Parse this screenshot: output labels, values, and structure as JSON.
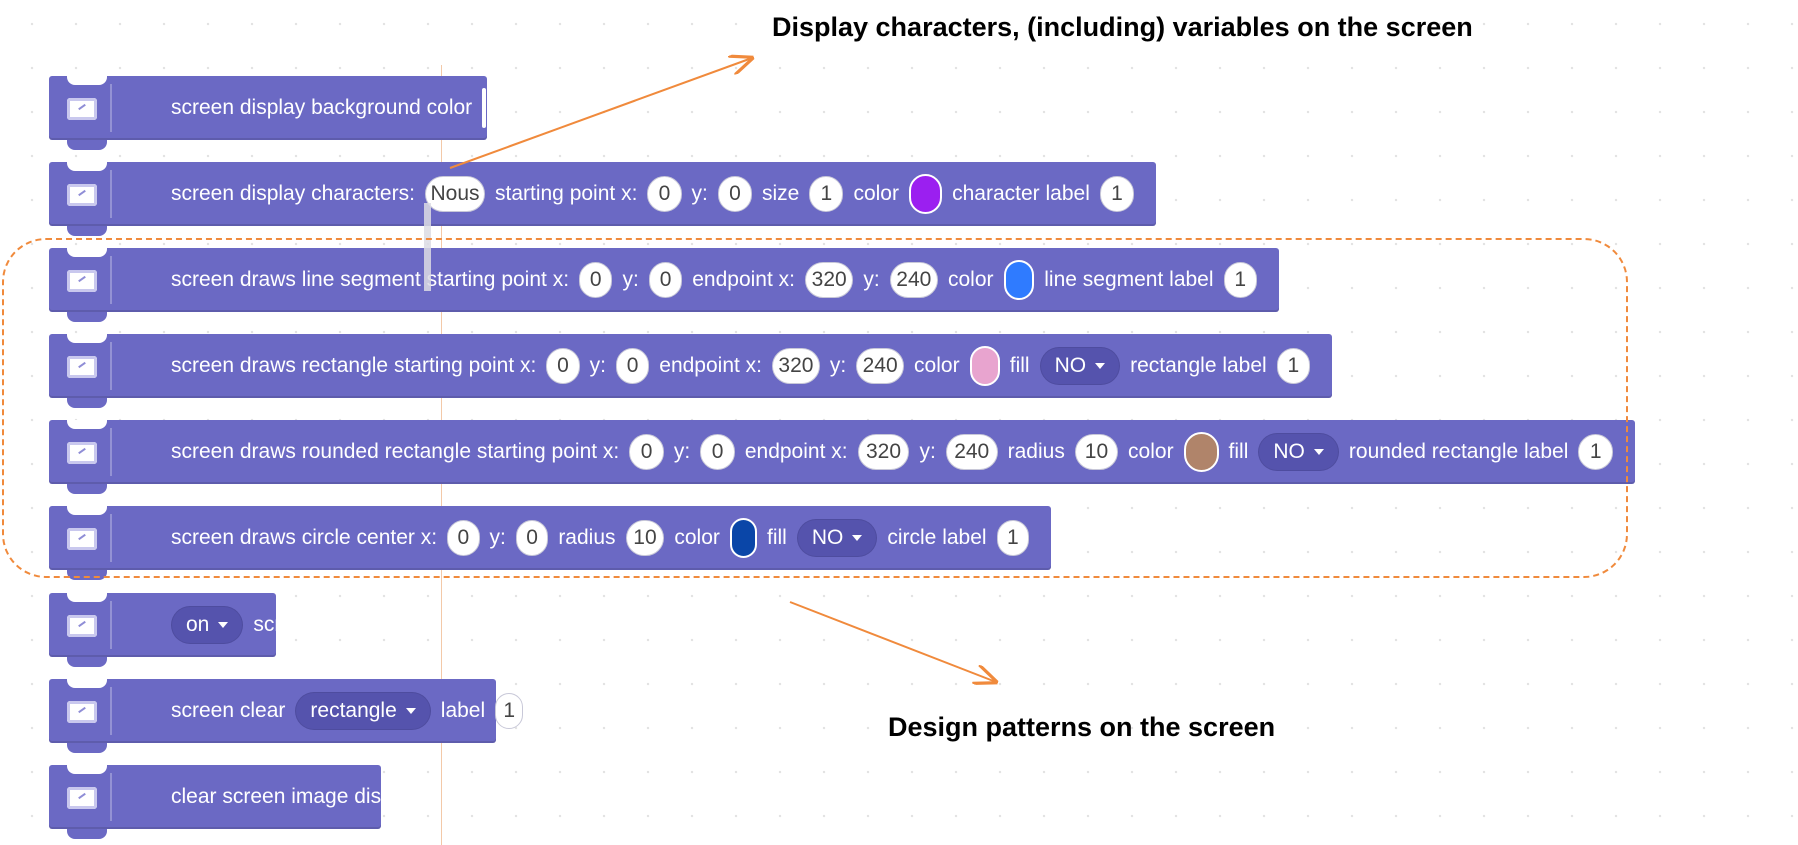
{
  "annotations": {
    "top": "Display characters, (including) variables on the screen",
    "bottom": "Design patterns on the screen"
  },
  "colors": {
    "block": "#6b69c4",
    "annotation_line": "#f08a3c",
    "bg_color_swatch": "#c2133e",
    "char_color_swatch": "#9b1ff0",
    "line_color_swatch": "#2f7bff",
    "rect_color_swatch": "#e8a4cf",
    "rrect_color_swatch": "#b0846a",
    "circle_color_swatch": "#0a46a8"
  },
  "blocks": {
    "bg": {
      "label": "screen display background color"
    },
    "chars": {
      "label": "screen display characters:",
      "text_value": "Nous",
      "l_start_x": "starting point x:",
      "x": "0",
      "l_y": "y:",
      "y": "0",
      "l_size": "size",
      "size": "1",
      "l_color": "color",
      "l_label": "character label",
      "label_value": "1"
    },
    "line": {
      "label": "screen draws line segment starting point x:",
      "x": "0",
      "l_y": "y:",
      "y": "0",
      "l_end_x": "endpoint x:",
      "end_x": "320",
      "l_end_y": "y:",
      "end_y": "240",
      "l_color": "color",
      "l_label": "line segment label",
      "label_value": "1"
    },
    "rect": {
      "label": "screen draws rectangle starting point x:",
      "x": "0",
      "l_y": "y:",
      "y": "0",
      "l_end_x": "endpoint x:",
      "end_x": "320",
      "l_end_y": "y:",
      "end_y": "240",
      "l_color": "color",
      "l_fill": "fill",
      "fill": "NO",
      "l_label": "rectangle label",
      "label_value": "1"
    },
    "rrect": {
      "label": "screen draws rounded rectangle starting point x:",
      "x": "0",
      "l_y": "y:",
      "y": "0",
      "l_end_x": "endpoint x:",
      "end_x": "320",
      "l_end_y": "y:",
      "end_y": "240",
      "l_radius": "radius",
      "radius": "10",
      "l_color": "color",
      "l_fill": "fill",
      "fill": "NO",
      "l_label": "rounded rectangle label",
      "label_value": "1"
    },
    "circle": {
      "label": "screen draws circle center x:",
      "x": "0",
      "l_y": "y:",
      "y": "0",
      "l_radius": "radius",
      "radius": "10",
      "l_color": "color",
      "l_fill": "fill",
      "fill": "NO",
      "l_label": "circle label",
      "label_value": "1"
    },
    "onoff": {
      "state": "on",
      "label": "screen"
    },
    "clear": {
      "label": "screen clear",
      "shape": "rectangle",
      "l_label": "label",
      "label_value": "1"
    },
    "clear_image": {
      "label": "clear screen image display"
    }
  }
}
